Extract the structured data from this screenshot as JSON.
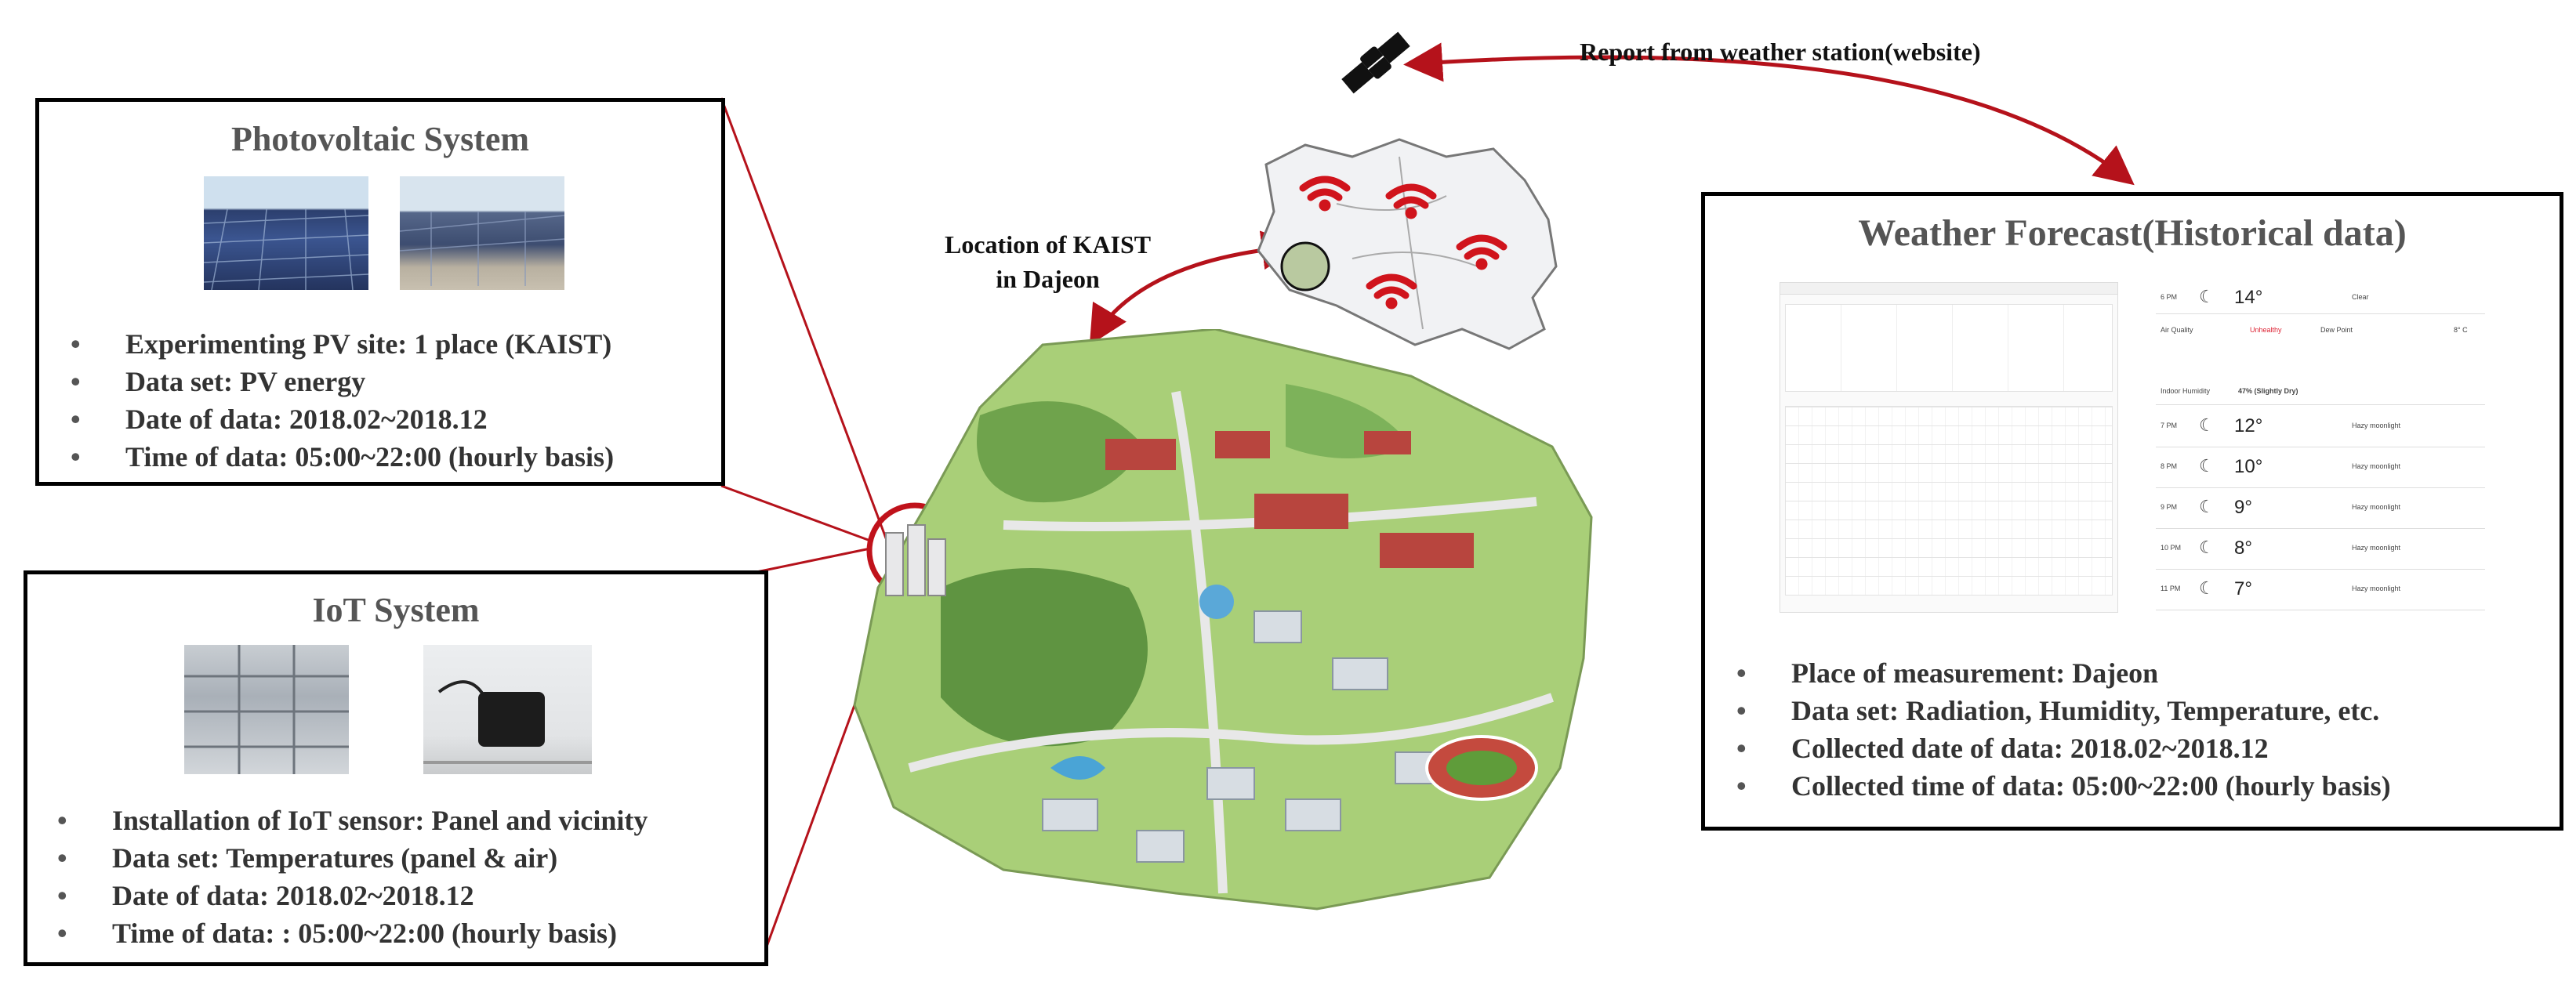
{
  "pv_box": {
    "title": "Photovoltaic System",
    "bullets": [
      "Experimenting PV site: 1 place (KAIST)",
      "Data set: PV energy",
      "Date of data: 2018.02~2018.12",
      "Time of data: 05:00~22:00 (hourly basis)"
    ]
  },
  "iot_box": {
    "title": "IoT System",
    "bullets": [
      "Installation of IoT sensor: Panel and vicinity",
      "Data set: Temperatures (panel & air)",
      "Date of data: 2018.02~2018.12",
      "Time of data: : 05:00~22:00 (hourly basis)"
    ]
  },
  "weather_box": {
    "title": "Weather Forecast(Historical data)",
    "bullets": [
      "Place of measurement: Dajeon",
      "Data set: Radiation, Humidity, Temperature, etc.",
      "Collected date of data: 2018.02~2018.12",
      "Collected time of data: 05:00~22:00 (hourly basis)"
    ],
    "forecast_rows": [
      {
        "time": "6 PM",
        "temp": "14°",
        "desc": "Clear"
      },
      {
        "time": "7 PM",
        "temp": "12°",
        "desc": "Hazy moonlight"
      },
      {
        "time": "8 PM",
        "temp": "10°",
        "desc": "Hazy moonlight"
      },
      {
        "time": "9 PM",
        "temp": "9°",
        "desc": "Hazy moonlight"
      },
      {
        "time": "10 PM",
        "temp": "8°",
        "desc": "Hazy moonlight"
      },
      {
        "time": "11 PM",
        "temp": "7°",
        "desc": "Hazy moonlight"
      }
    ],
    "air_quality_label": "Air Quality",
    "air_quality_value": "Unhealthy",
    "dew_point_label": "Dew Point",
    "dew_point_value": "8° C",
    "indoor_humidity": "Indoor Humidity",
    "indoor_humidity_value": "47% (Slightly Dry)"
  },
  "labels": {
    "report": "Report from weather station(website)",
    "location_line1": "Location of KAIST",
    "location_line2": "in Dajeon"
  },
  "colors": {
    "arrow": "#b5121b",
    "box_border": "#000000",
    "title_text": "#555555",
    "wifi": "#d0141c"
  }
}
